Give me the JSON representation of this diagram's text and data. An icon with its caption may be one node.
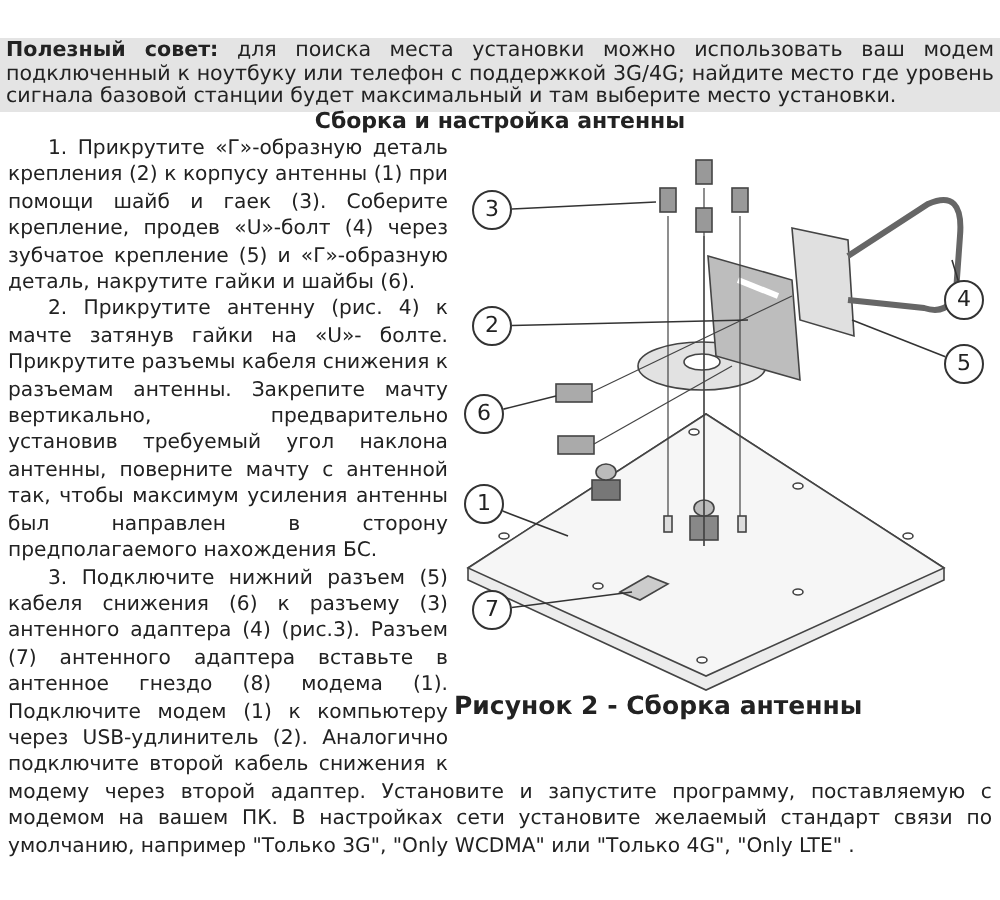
{
  "diagram": {
    "title": "Сборка и настройка антенны",
    "caption": "Рисунок 2 - Сборка антенны",
    "nodes": [
      {
        "text": [
          "3"
        ]
      },
      {
        "text": [
          "4"
        ]
      },
      {
        "text": [
          "2"
        ]
      },
      {
        "text": [
          "5"
        ]
      },
      {
        "text": [
          "6"
        ]
      },
      {
        "text": [
          "1"
        ]
      },
      {
        "text": [
          "7"
        ]
      },
      {
        "text": [],
        "shape": "diamond"
      },
      {
        "text": [],
        "shape": "box",
        "in": 7
      }
    ],
    "edges": [
      {
        "from": 0,
        "to": null,
        "arrow": "none"
      },
      {
        "from": 1,
        "to": null,
        "arrow": "none"
      },
      {
        "from": 2,
        "to": null,
        "arrow": "none"
      },
      {
        "from": 3,
        "to": null,
        "arrow": "none"
      },
      {
        "from": 4,
        "to": null,
        "arrow": "none"
      },
      {
        "from": 5,
        "to": 7,
        "arrow": "none"
      },
      {
        "from": 6,
        "to": 8,
        "arrow": "none"
      }
    ],
    "labels": [
      "**Полезный совет:** для поиска места установки можно использовать ваш модем подключенный к ноутбуку или телефон с поддержкой 3G/4G; найдите место где уровень сигнала базовой станции будет максимальный и там выберите место установки.",
      "1. Прикрутите «Г»-образную деталь крепления (2) к корпусу антенны (1) при помощи шайб и гаек (3). Соберите крепление, продев «U»-болт (4) через зубчатое крепление (5) и «Г»-образную деталь, накрутите гайки и шайбы (6).",
      "2. Прикрутите антенну (рис. 4) к мачте затянув гайки на «U»- болте. Прикрутите разъемы кабеля снижения к разъемам антенны. Закрепите мачту вертикально, предварительно установив требуемый угол наклона антенны, поверните мачту с антенной так, чтобы максимум усиления антенны был направлен в сторону предполагаемого нахождения БС.",
      "3. Подключите нижний разъем (5) кабеля снижения (6) к разъему (3) антенного адаптера (4) (рис.3). Разъем (7) антенного адаптера вставьте в антенное гнездо (8) модема (1). Подключите модем (1) к компьютеру через USB-удлинитель (2). Аналогично подключите второй кабель снижения к модему через второй адаптер. Установите и запустите программу, поставляемую с модемом на вашем ПК.  В настройках сети установите желаемый стандарт связи по умолчанию, например \"Только 3G\", \"Only WCDMA\" или \"Только 4G\", \"Only LTE\" ."
    ]
  }
}
